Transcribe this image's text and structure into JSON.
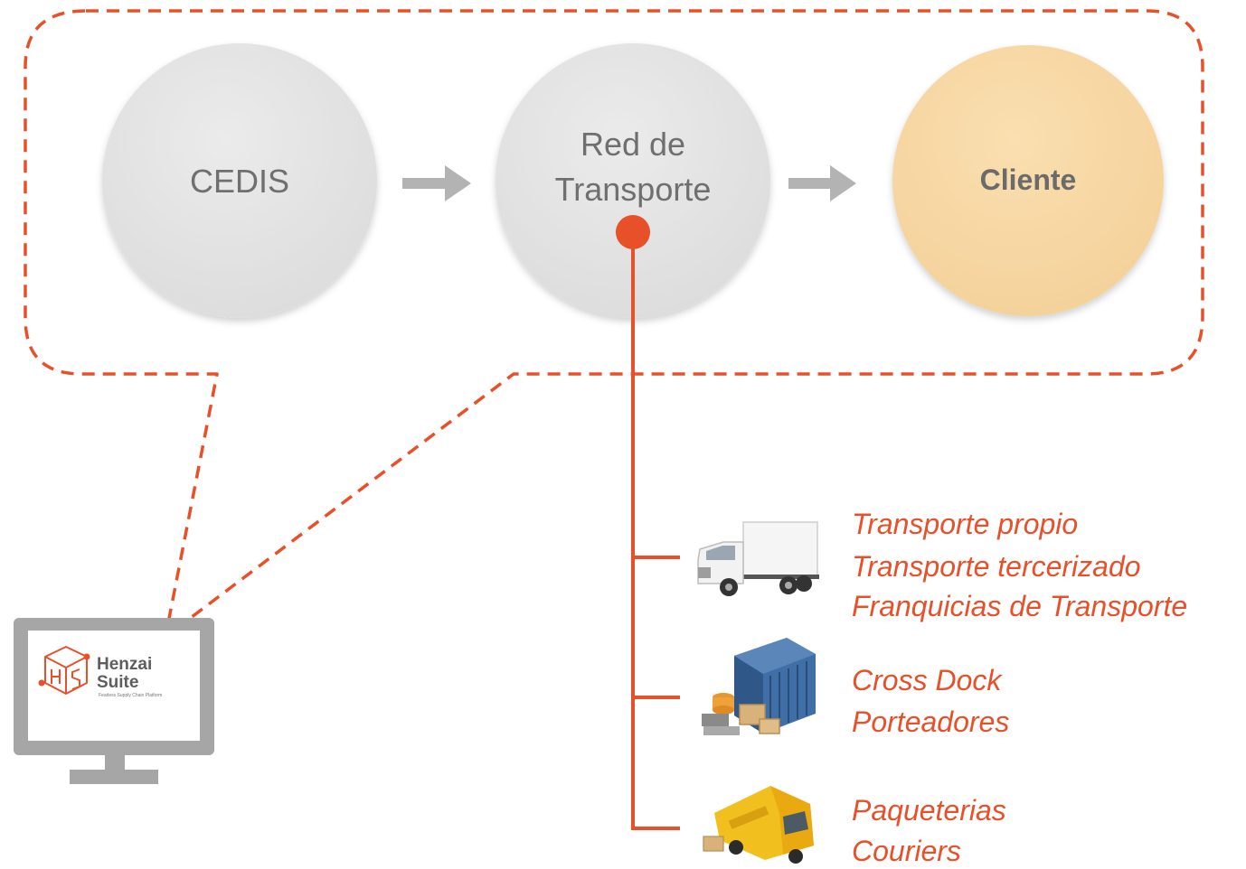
{
  "nodes": [
    {
      "id": "cedis",
      "lines": [
        "CEDIS"
      ]
    },
    {
      "id": "red",
      "lines": [
        "Red de",
        "Transporte"
      ]
    },
    {
      "id": "cliente",
      "lines": [
        "Cliente"
      ]
    }
  ],
  "branches": [
    {
      "icon": "box-truck-icon",
      "lines": [
        "Transporte propio",
        "Transporte tercerizado",
        "Franquicias de Transporte"
      ]
    },
    {
      "icon": "shipping-container-icon",
      "lines": [
        "Cross Dock",
        "Porteadores"
      ]
    },
    {
      "icon": "delivery-van-icon",
      "lines": [
        "Paqueterias",
        "Couriers"
      ]
    }
  ],
  "monitor": {
    "brand_line1": "Henzai",
    "brand_line2": "Suite",
    "tagline": "Fearless Supply Chain Platform",
    "icon": "henzai-cube-logo-icon"
  },
  "colors": {
    "accent": "#e8502a",
    "node_gray": "#e3e3e3",
    "node_highlight": "#f8d9a6",
    "arrow_gray": "#b3b3b3",
    "monitor_gray": "#a6a6a6"
  }
}
